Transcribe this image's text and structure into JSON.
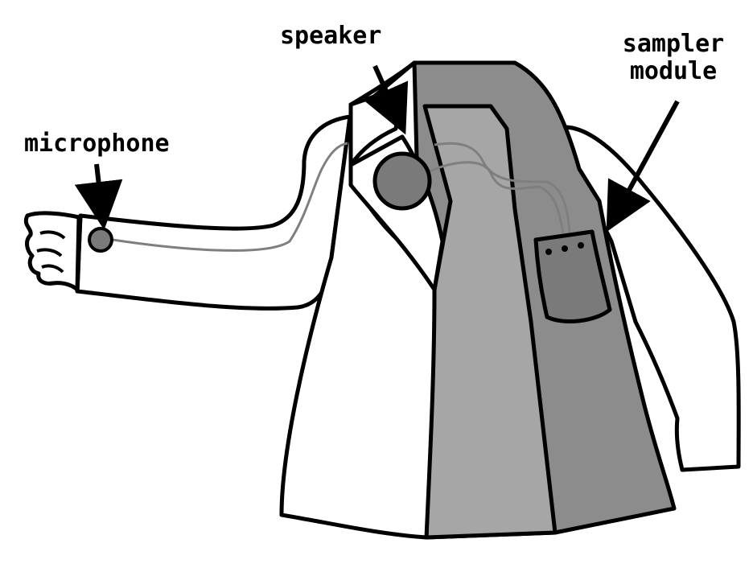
{
  "labels": {
    "speaker": "speaker",
    "microphone": "microphone",
    "sampler_line1": "sampler",
    "sampler_line2": "module"
  },
  "colors": {
    "outline": "#000000",
    "jacket_white": "#ffffff",
    "lining_light": "#a6a6a6",
    "lining_dark": "#8c8c8c",
    "component": "#7a7a7a",
    "wire": "#7f7f7f"
  },
  "icons": {
    "arrows": "arrow-icon",
    "speaker": "speaker-icon",
    "microphone": "microphone-icon",
    "module": "sampler-pocket-icon"
  }
}
